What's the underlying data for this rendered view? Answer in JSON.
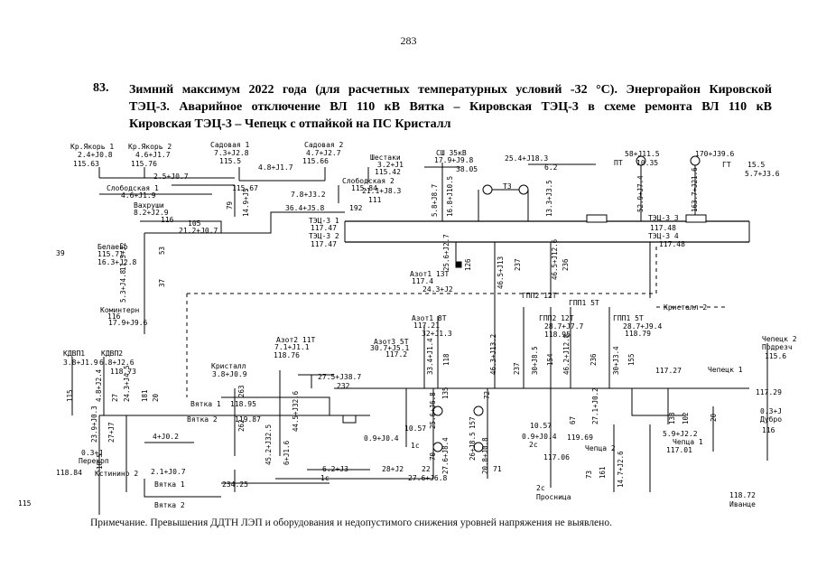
{
  "page_number": "283",
  "section": {
    "number": "83.",
    "title_lines": [
      "Зимний максимум 2022 года (для расчетных температурных условий -32 °С). Энергорайон Кировской",
      "ТЭЦ-3. Аварийное отключение ВЛ 110 кВ Вятка – Кировская ТЭЦ-3 в схеме ремонта ВЛ 110 кВ",
      "Кировская ТЭЦ-3 – Чепецк с отпайкой на ПС Кристалл"
    ]
  },
  "note": "Примечание. Превышения ДДТН ЛЭП и оборудования и недопустимого снижения уровней напряжения не выявлено.",
  "colors": {
    "ink": "#000000",
    "bus_fill": "#ffffff",
    "line": "#000000"
  },
  "diagram": {
    "labels": [
      "Кр.Якорь 1",
      "2.4+J0.8",
      "115.63",
      "Кр.Якорь 2",
      "4.6+J1.7",
      "115.76",
      "Садовая 1",
      "7.3+J2.8",
      "115.5",
      "Садовая 2",
      "4.7+J2.7",
      "115.66",
      "Шестаки",
      "3.2+J1",
      "115.42",
      "СШ 35кВ",
      "17.9+J9.8",
      "38.05",
      "25.4+J18.3",
      "6.2",
      "Т3",
      "58+J11.5",
      "ПТ",
      "10.35",
      "170+J39.6",
      "ГТ",
      "15.5",
      "5.7+J3.6",
      "2.5+J0.7",
      "4.8+J1.7",
      "Слободская 1",
      "4.6+J1.9",
      "115.67",
      "Слободская 2",
      "115.84",
      "7.8+J3.2",
      "21.1+J8.3",
      "Вахруши",
      "8.2+J2.9",
      "116",
      "105",
      "21.2+J0.7",
      "36.4+J5.8",
      "192",
      "111",
      "ТЭЦ-3 1",
      "117.47",
      "ТЭЦ-3 2",
      "117.47",
      "ТЭЦ-3 3",
      "117.48",
      "ТЭЦ-3 4",
      "117.48",
      "39",
      "Белаево",
      "115.71",
      "16.3+J2.8",
      "Азот1 13Т",
      "117.4",
      "24.3+J2",
      "ГПП2 12Т",
      "ГПП1 5Т",
      "Коминтерн",
      "116",
      "17.9+J9.6",
      "Азот1 8Т",
      "117.21",
      "32+J1.3",
      "ГПП2 12Т",
      "28.7+J7.7",
      "118.95",
      "ГПП1 5Т",
      "28.7+J9.4",
      "118.79",
      "117.27",
      "Кристалл 2",
      "КДВП1",
      "КДВП2",
      "3.8+J1.9",
      "6.8+J2.6",
      "118.73",
      "Азот2 11Т",
      "7.1+J1.1",
      "118.76",
      "Азот3 5Т",
      "30.7+J5.1",
      "117.2",
      "Кристалл",
      "3.8+J0.9",
      "27.5+J38.7",
      "232",
      "Вятка 1",
      "118.95",
      "Вятка 2",
      "119.87",
      "Вятка 1",
      "234.25",
      "Вятка 2",
      "10.57",
      "0.9+J0.4",
      "1с",
      "10.57",
      "0.9+J0.4",
      "2с",
      "Чепецк 1",
      "117.29",
      "Чепецк 2",
      "Подрезч",
      "115.6",
      "0.3+J",
      "Дубро",
      "116",
      "0.3+J",
      "Перекоп",
      "118.84",
      "4+J0.2",
      "Кстинино 2",
      "2.1+J0.7",
      "119.69",
      "Чепца 2",
      "117.06",
      "5.9+J2.2",
      "Чепца 1",
      "117.01",
      "6.2+J3",
      "28+J2",
      "22",
      "1с",
      "27.6+J6.8",
      "71",
      "2с",
      "Просница",
      "118.72",
      "Иванце",
      "115"
    ],
    "vertical_labels": [
      "5.8+J8.7",
      "16.8+J10.5",
      "13.3+J3.5",
      "52.9+J7.4",
      "163.7+J21.6",
      "11.5+J2",
      "53",
      "5.3+J4.8",
      "37",
      "14.9+J5",
      "79",
      "25.6+J2.7",
      "126",
      "46.5+J13",
      "237",
      "46.5+J12.6",
      "236",
      "33.4+J1.4",
      "118",
      "46.3+J13.2",
      "237",
      "30+J8.5",
      "154",
      "46.2+J12.8",
      "236",
      "30+J3.4",
      "155",
      "115",
      "4.8+J2.4",
      "27",
      "24.3+J4.5",
      "181",
      "20",
      "263",
      "262",
      "44.5+J32.6",
      "45.2+J32.5",
      "6+J1.6",
      "23.9+J0.3",
      "27+J7",
      "25.6+J6.8",
      "157",
      "135",
      "72",
      "70",
      "26+J8.5",
      "27.6+J8.4",
      "20.8+J0.8",
      "67",
      "27.1+J0.2",
      "133",
      "102",
      "14.7+J2.6",
      "73",
      "161",
      "20",
      "18.5"
    ]
  }
}
